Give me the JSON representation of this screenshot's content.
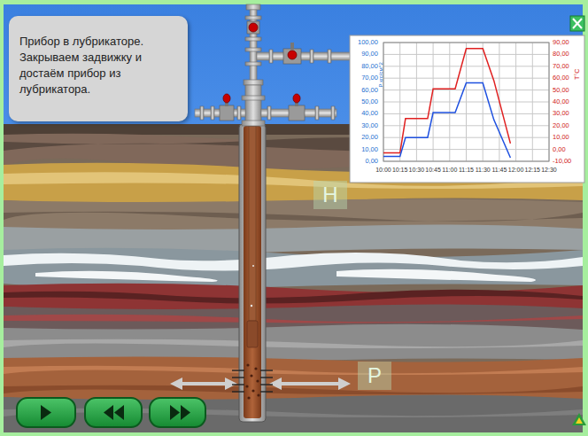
{
  "diagram": {
    "nodes": [
      {
        "text": [
          "Прибор в лубрикаторе. Закрываем задвижку и достаём прибор из лубрикатора."
        ]
      }
    ],
    "labels": [
      "100,00",
      "90,00",
      "80,00",
      "70,00",
      "60,00",
      "50,00",
      "40,00",
      "30,00",
      "20,00",
      "10,00",
      "0,00",
      "90,00",
      "80,00",
      "70,00",
      "60,00",
      "50,00",
      "40,00",
      "30,00",
      "20,00",
      "10,00",
      "0,00",
      "-10,00",
      "10:00",
      "10:15",
      "10:30",
      "10:45",
      "11:00",
      "11:15",
      "11:30",
      "11:45",
      "12:00",
      "12:15",
      "12:30",
      "P кгс/см^2",
      "T°C",
      "H",
      "P"
    ]
  }
}
